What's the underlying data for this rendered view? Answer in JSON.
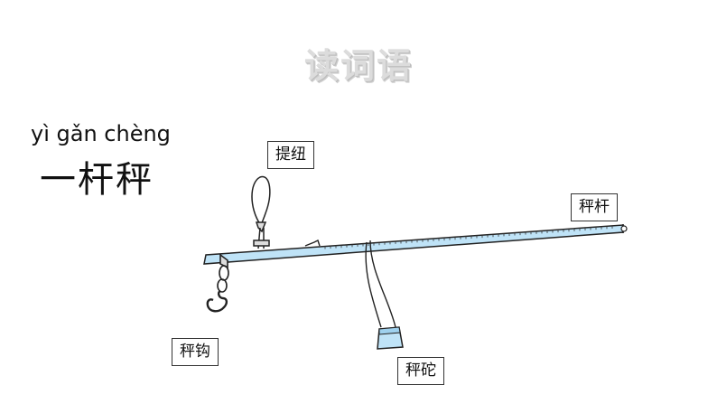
{
  "slide": {
    "title": "读词语",
    "pinyin": "yì gǎn chèng",
    "word": "一杆秤"
  },
  "labels": {
    "lifting_cord": "提纽",
    "beam": "秤杆",
    "hook": "秤钩",
    "weight": "秤砣"
  },
  "colors": {
    "beam": "#bfe3f7",
    "weight": "#bfe3f7",
    "title": "#dcdcdc"
  }
}
